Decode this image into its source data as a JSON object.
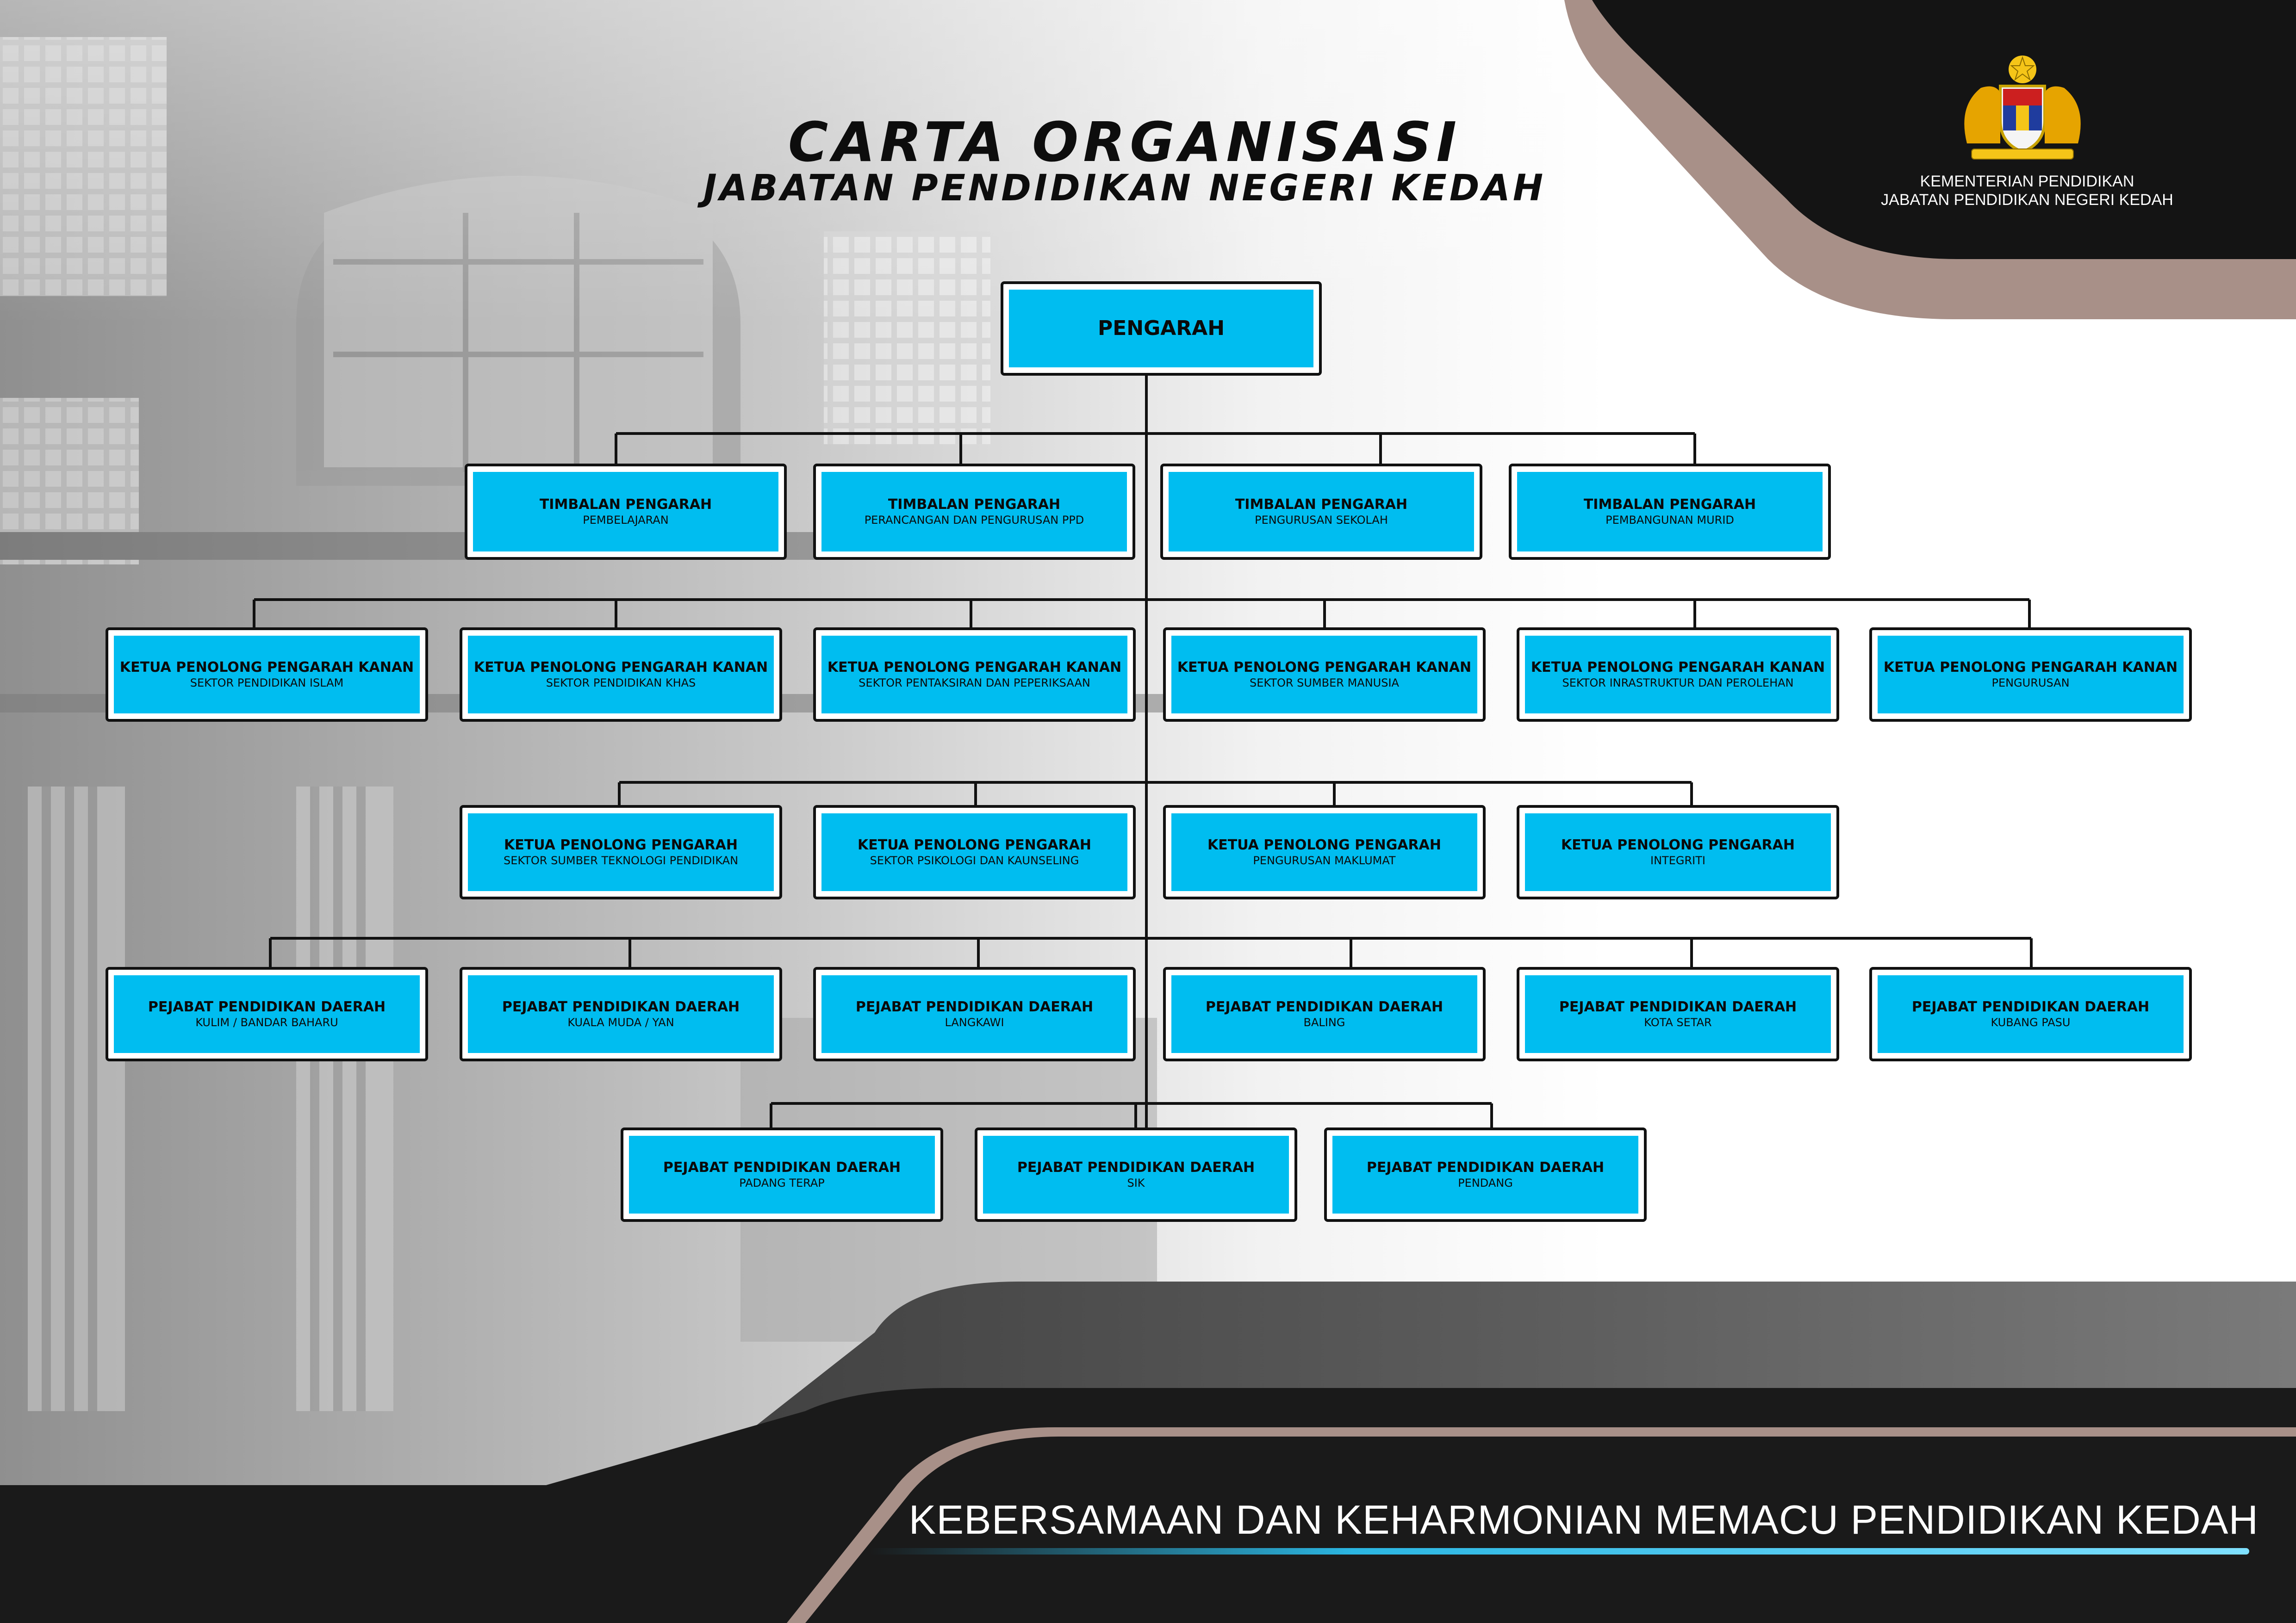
{
  "title": {
    "line1": "CARTA ORGANISASI",
    "line2": "JABATAN PENDIDIKAN NEGERI KEDAH"
  },
  "ministry": {
    "line1": "KEMENTERIAN PENDIDIKAN",
    "line2": "JABATAN PENDIDIKAN NEGERI KEDAH"
  },
  "tagline": "KEBERSAMAAN DAN KEHARMONIAN MEMACU PENDIDIKAN KEDAH",
  "colors": {
    "box_fill": "#00bdf0",
    "dark": "#111111",
    "accent_bronze": "#a89088",
    "glow": "#2bb6e2"
  },
  "nodes": {
    "pengarah": {
      "title": "PENGARAH"
    },
    "tp_pembelajaran": {
      "title": "TIMBALAN PENGARAH",
      "sub": "PEMBELAJARAN"
    },
    "tp_perancangan": {
      "title": "TIMBALAN PENGARAH",
      "sub": "PERANCANGAN DAN PENGURUSAN PPD"
    },
    "tp_sekolah": {
      "title": "TIMBALAN PENGARAH",
      "sub": "PENGURUSAN SEKOLAH"
    },
    "tp_murid": {
      "title": "TIMBALAN PENGARAH",
      "sub": "PEMBANGUNAN MURID"
    },
    "kppk_islam": {
      "title": "KETUA PENOLONG PENGARAH KANAN",
      "sub": "SEKTOR PENDIDIKAN ISLAM"
    },
    "kppk_khas": {
      "title": "KETUA PENOLONG PENGARAH KANAN",
      "sub": "SEKTOR PENDIDIKAN KHAS"
    },
    "kppk_pentaksiran": {
      "title": "KETUA PENOLONG PENGARAH KANAN",
      "sub": "SEKTOR PENTAKSIRAN DAN PEPERIKSAAN"
    },
    "kppk_sdm": {
      "title": "KETUA PENOLONG PENGARAH KANAN",
      "sub": "SEKTOR SUMBER MANUSIA"
    },
    "kppk_infra": {
      "title": "KETUA PENOLONG PENGARAH KANAN",
      "sub": "SEKTOR INRASTRUKTUR DAN PEROLEHAN"
    },
    "kppk_pengurusan": {
      "title": "KETUA PENOLONG PENGARAH KANAN",
      "sub": "PENGURUSAN"
    },
    "kpp_teknologi": {
      "title": "KETUA PENOLONG PENGARAH",
      "sub": "SEKTOR SUMBER TEKNOLOGI PENDIDIKAN"
    },
    "kpp_psikologi": {
      "title": "KETUA PENOLONG PENGARAH",
      "sub": "SEKTOR PSIKOLOGI DAN KAUNSELING"
    },
    "kpp_maklumat": {
      "title": "KETUA PENOLONG PENGARAH",
      "sub": "PENGURUSAN MAKLUMAT"
    },
    "kpp_integriti": {
      "title": "KETUA PENOLONG PENGARAH",
      "sub": "INTEGRITI"
    },
    "ppd_kulim": {
      "title": "PEJABAT PENDIDIKAN DAERAH",
      "sub": "KULIM / BANDAR BAHARU"
    },
    "ppd_kualamuda": {
      "title": "PEJABAT PENDIDIKAN DAERAH",
      "sub": "KUALA MUDA / YAN"
    },
    "ppd_langkawi": {
      "title": "PEJABAT PENDIDIKAN DAERAH",
      "sub": "LANGKAWI"
    },
    "ppd_baling": {
      "title": "PEJABAT PENDIDIKAN DAERAH",
      "sub": "BALING"
    },
    "ppd_kotasetar": {
      "title": "PEJABAT PENDIDIKAN DAERAH",
      "sub": "KOTA SETAR"
    },
    "ppd_kubangpasu": {
      "title": "PEJABAT PENDIDIKAN DAERAH",
      "sub": "KUBANG PASU"
    },
    "ppd_padangterap": {
      "title": "PEJABAT PENDIDIKAN DAERAH",
      "sub": "PADANG TERAP"
    },
    "ppd_sik": {
      "title": "PEJABAT PENDIDIKAN DAERAH",
      "sub": "SIK"
    },
    "ppd_pendang": {
      "title": "PEJABAT PENDIDIKAN DAERAH",
      "sub": "PENDANG"
    }
  }
}
